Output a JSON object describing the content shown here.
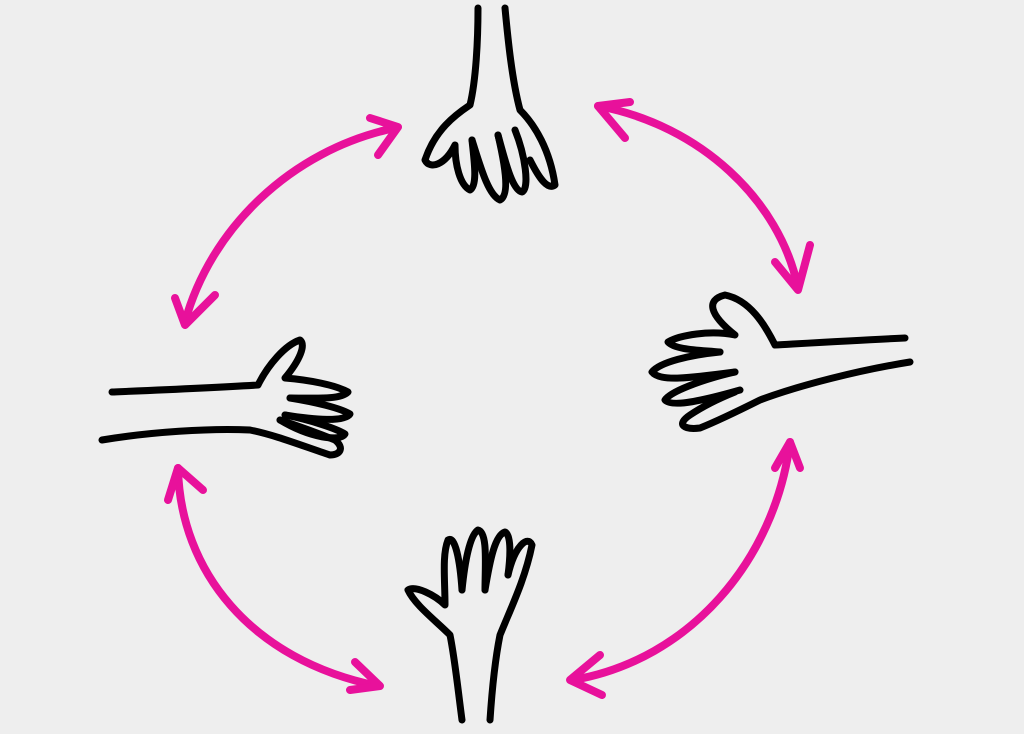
{
  "colors": {
    "background": "#eeeeee",
    "arrow": "#e8119b",
    "hand": "#000000"
  },
  "diagram": {
    "hands": [
      "top",
      "right",
      "bottom",
      "left"
    ],
    "arrows": [
      "top-left",
      "top-right",
      "bottom-right",
      "bottom-left"
    ]
  }
}
